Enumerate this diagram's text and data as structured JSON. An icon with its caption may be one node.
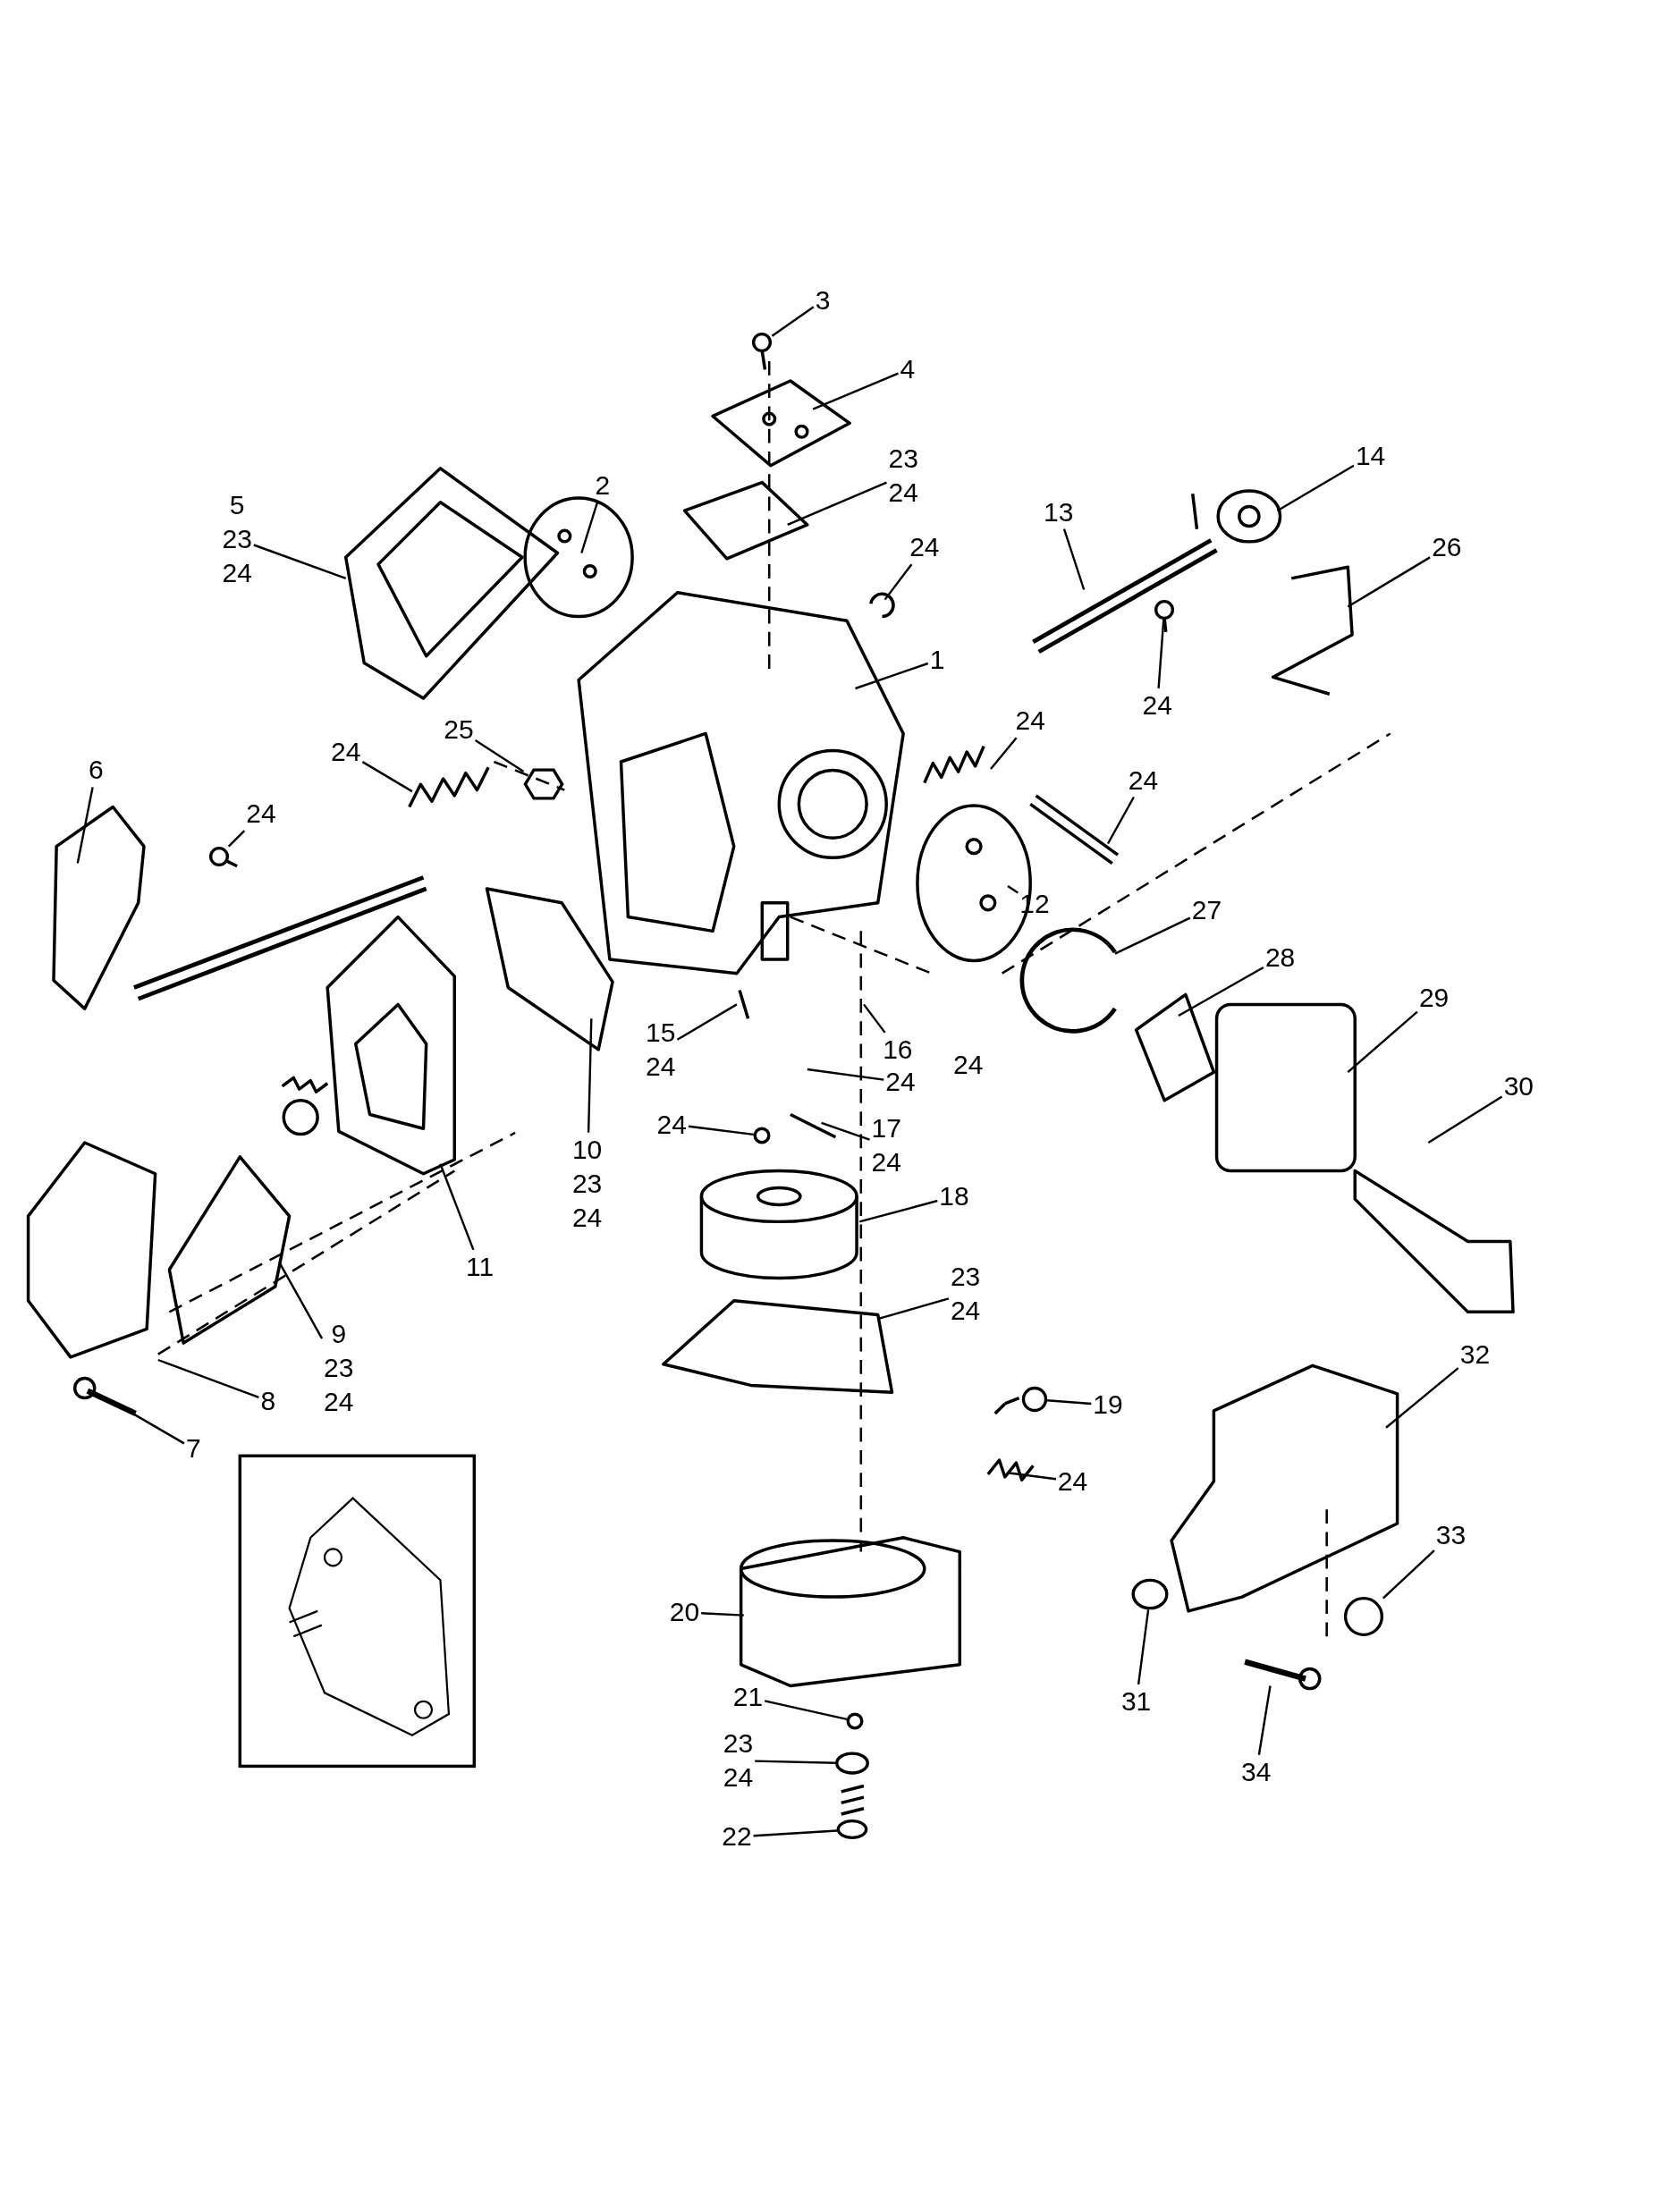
{
  "diagram": {
    "nodes": [
      {
        "text": [
          "3"
        ]
      },
      {
        "text": [
          "4"
        ]
      },
      {
        "text": [
          "23",
          "24"
        ]
      },
      {
        "text": [
          "14"
        ]
      },
      {
        "text": [
          "5",
          "23",
          "24"
        ]
      },
      {
        "text": [
          "2"
        ]
      },
      {
        "text": [
          "13"
        ]
      },
      {
        "text": [
          "24"
        ]
      },
      {
        "text": [
          "26"
        ]
      },
      {
        "text": [
          "1"
        ]
      },
      {
        "text": [
          "24"
        ]
      },
      {
        "text": [
          "24"
        ]
      },
      {
        "text": [
          "25"
        ]
      },
      {
        "text": [
          "24"
        ]
      },
      {
        "text": [
          "6"
        ]
      },
      {
        "text": [
          "24"
        ]
      },
      {
        "text": [
          "24"
        ]
      },
      {
        "text": [
          "12"
        ]
      },
      {
        "text": [
          "27"
        ]
      },
      {
        "text": [
          "28"
        ]
      },
      {
        "text": [
          "29"
        ]
      },
      {
        "text": [
          "15",
          "24"
        ]
      },
      {
        "text": [
          "16"
        ]
      },
      {
        "text": [
          "24"
        ]
      },
      {
        "text": [
          "24"
        ]
      },
      {
        "text": [
          "30"
        ]
      },
      {
        "text": [
          "24"
        ]
      },
      {
        "text": [
          "17",
          "24"
        ]
      },
      {
        "text": [
          "10",
          "23",
          "24"
        ]
      },
      {
        "text": [
          "18"
        ]
      },
      {
        "text": [
          "11"
        ]
      },
      {
        "text": [
          "23",
          "24"
        ]
      },
      {
        "text": [
          "9",
          "23",
          "24"
        ]
      },
      {
        "text": [
          "32"
        ]
      },
      {
        "text": [
          "8"
        ]
      },
      {
        "text": [
          "19"
        ]
      },
      {
        "text": [
          "7"
        ]
      },
      {
        "text": [
          "24"
        ]
      },
      {
        "text": [
          "33"
        ]
      },
      {
        "text": [
          "20"
        ]
      },
      {
        "text": [
          "21"
        ]
      },
      {
        "text": [
          "31"
        ]
      },
      {
        "text": [
          "23",
          "24"
        ]
      },
      {
        "text": [
          "34"
        ]
      },
      {
        "text": [
          "22"
        ]
      },
      {
        "text": [],
        "shape": "circle"
      },
      {
        "text": [],
        "shape": "circle"
      },
      {
        "text": [],
        "shape": "hexagon"
      },
      {
        "text": [],
        "shape": "circle"
      },
      {
        "text": [],
        "shape": "circle"
      },
      {
        "text": [],
        "shape": "circle"
      },
      {
        "text": [],
        "shape": "circle"
      },
      {
        "text": [],
        "shape": "circle"
      },
      {
        "text": [],
        "shape": "circle"
      },
      {
        "text": [],
        "shape": "circle"
      },
      {
        "text": [],
        "shape": "circle"
      }
    ],
    "edges": [
      {
        "from": 0,
        "to": 45,
        "arrow": "none"
      },
      {
        "from": 1,
        "to": null,
        "arrow": "none"
      },
      {
        "from": 2,
        "to": null,
        "arrow": "none"
      },
      {
        "from": 3,
        "to": null,
        "arrow": "none"
      },
      {
        "from": 4,
        "to": null,
        "arrow": "none"
      },
      {
        "from": 5,
        "to": null,
        "arrow": "none"
      },
      {
        "from": 6,
        "to": null,
        "arrow": "none"
      },
      {
        "from": 7,
        "to": null,
        "arrow": "none"
      },
      {
        "from": 8,
        "to": null,
        "arrow": "none"
      },
      {
        "from": 9,
        "to": null,
        "arrow": "none"
      },
      {
        "from": 10,
        "to": 46,
        "arrow": "none"
      },
      {
        "from": 11,
        "to": null,
        "arrow": "none"
      },
      {
        "from": 12,
        "to": 47,
        "arrow": "none"
      },
      {
        "from": 13,
        "to": null,
        "arrow": "none"
      },
      {
        "from": 14,
        "to": null,
        "arrow": "none"
      },
      {
        "from": 15,
        "to": null,
        "arrow": "none"
      },
      {
        "from": 16,
        "to": 48,
        "arrow": "none"
      },
      {
        "from": 17,
        "to": null,
        "arrow": "none"
      },
      {
        "from": 18,
        "to": null,
        "arrow": "none"
      },
      {
        "from": 19,
        "to": null,
        "arrow": "none"
      },
      {
        "from": 20,
        "to": null,
        "arrow": "none"
      },
      {
        "from": 21,
        "to": null,
        "arrow": "none"
      },
      {
        "from": 22,
        "to": null,
        "arrow": "none"
      },
      {
        "from": 24,
        "to": null,
        "arrow": "none"
      },
      {
        "from": 25,
        "to": null,
        "arrow": "none"
      },
      {
        "from": 26,
        "to": 49,
        "arrow": "none"
      },
      {
        "from": 27,
        "to": null,
        "arrow": "none"
      },
      {
        "from": 28,
        "to": null,
        "arrow": "none"
      },
      {
        "from": 29,
        "to": null,
        "arrow": "none"
      },
      {
        "from": 30,
        "to": null,
        "arrow": "none"
      },
      {
        "from": 31,
        "to": null,
        "arrow": "none"
      },
      {
        "from": 32,
        "to": null,
        "arrow": "none"
      },
      {
        "from": 33,
        "to": null,
        "arrow": "none"
      },
      {
        "from": 34,
        "to": null,
        "arrow": "none"
      },
      {
        "from": 35,
        "to": 50,
        "arrow": "none"
      },
      {
        "from": 36,
        "to": null,
        "arrow": "none"
      },
      {
        "from": 37,
        "to": null,
        "arrow": "none"
      },
      {
        "from": 38,
        "to": 55,
        "arrow": "none"
      },
      {
        "from": 39,
        "to": null,
        "arrow": "none"
      },
      {
        "from": 40,
        "to": 52,
        "arrow": "none"
      },
      {
        "from": 41,
        "to": 51,
        "arrow": "none"
      },
      {
        "from": 42,
        "to": 53,
        "arrow": "none"
      },
      {
        "from": 43,
        "to": null,
        "arrow": "none"
      },
      {
        "from": 44,
        "to": 54,
        "arrow": "none"
      }
    ]
  }
}
